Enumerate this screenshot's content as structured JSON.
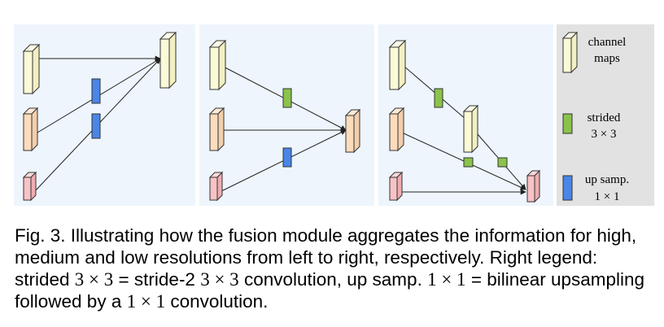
{
  "colors": {
    "panel_bg": "#eef5fc",
    "legend_bg": "#e2e2e2",
    "channel_maps": "#fbfad7",
    "medium_res": "#fbdcbd",
    "low_res": "#f9c3c6",
    "strided": "#8bc34a",
    "up_samp": "#4a86e8",
    "edge": "#222222"
  },
  "legend": {
    "channel_maps": {
      "line1": "channel",
      "line2": "maps",
      "icon": "channel-map-block"
    },
    "strided": {
      "line1": "strided",
      "line2": "3 × 3",
      "icon": "green-square"
    },
    "up_samp": {
      "line1": "up samp.",
      "line2": "1 × 1",
      "icon": "blue-rectangle"
    }
  },
  "caption": {
    "p1": "Fig. 3. Illustrating how the fusion module aggregates the information for high, medium and low resolutions from left to right, respectively. Right legend: strided ",
    "m1": "3 × 3",
    "p2": " = stride-2 ",
    "m2": "3 × 3",
    "p3": " convolution, up samp. ",
    "m3": "1 × 1",
    "p4": " = bilinear upsampling followed by a ",
    "m4": "1 × 1",
    "p5": " convolution."
  }
}
